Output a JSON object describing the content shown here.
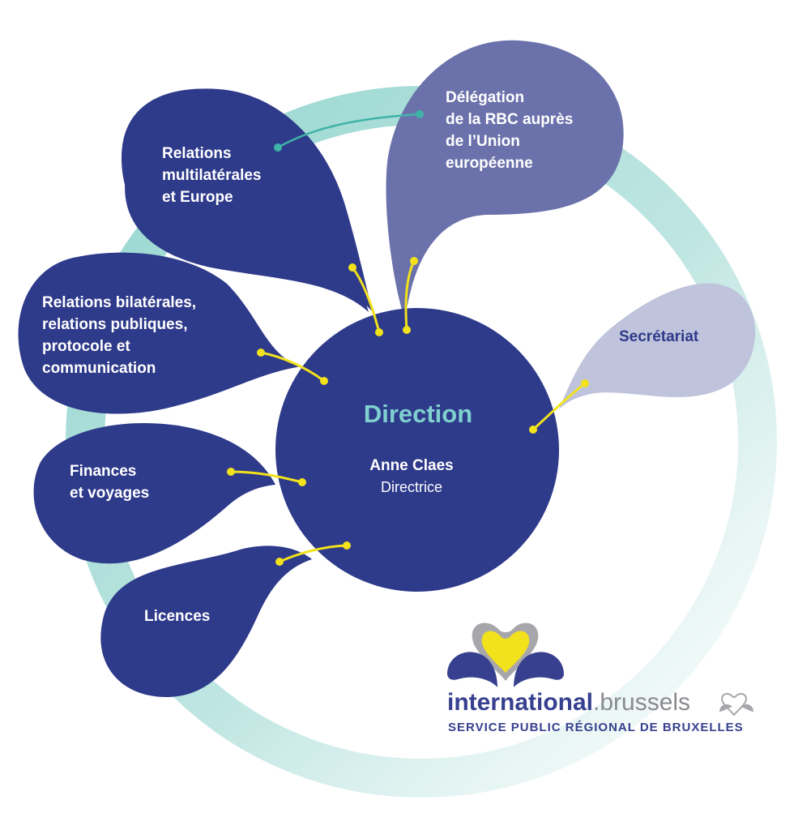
{
  "center": {
    "title": "Direction",
    "person": "Anne Claes",
    "role": "Directrice"
  },
  "nodes": {
    "multilateral": [
      "Relations",
      "multilatérales",
      "et Europe"
    ],
    "delegation": [
      "Délégation",
      "de la RBC auprès",
      "de l’Union",
      "européenne"
    ],
    "bilateral": [
      "Relations  bilatérales,",
      "relations publiques,",
      "protocole et",
      "communication"
    ],
    "secretariat": [
      "Secrétariat"
    ],
    "finances": [
      "Finances",
      "et voyages"
    ],
    "licences": [
      "Licences"
    ]
  },
  "brand": {
    "name_main": "international",
    "name_dot": ".brussels",
    "subtitle": "SERVICE PUBLIC RÉGIONAL DE BRUXELLES"
  },
  "colors": {
    "navy": "#2e3a8a",
    "mid_blue": "#6b72ab",
    "light_blue": "#bfc3dc",
    "teal_ring": "#8fd3cc",
    "connector": "#f2e21c",
    "accent_text": "#7fd0cf"
  }
}
